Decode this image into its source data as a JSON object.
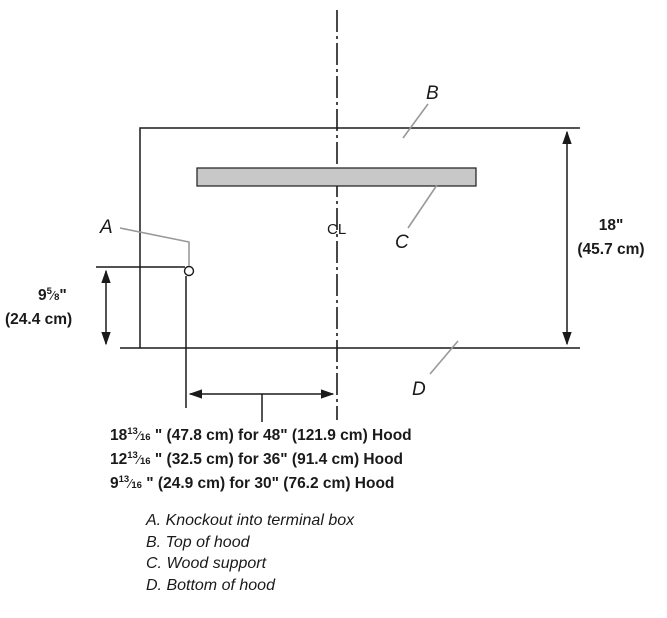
{
  "callouts": {
    "a": "A",
    "b": "B",
    "c": "C",
    "d": "D",
    "centerline": "CL"
  },
  "height_dim": {
    "value": "18\"",
    "metric": "(45.7 cm)"
  },
  "knockout_height": {
    "whole": "9",
    "num": "5",
    "den": "8",
    "unit": "\"",
    "metric": "(24.4 cm)"
  },
  "offsets": [
    {
      "whole": "18",
      "num": "13",
      "den": "16",
      "rest": " \" (47.8 cm) for 48\" (121.9 cm) Hood"
    },
    {
      "whole": "12",
      "num": "13",
      "den": "16",
      "rest": " \" (32.5 cm) for 36\" (91.4 cm) Hood"
    },
    {
      "whole": "9",
      "num": "13",
      "den": "16",
      "rest": " \" (24.9 cm) for 30\" (76.2 cm) Hood"
    }
  ],
  "legend": [
    "A. Knockout into terminal box",
    "B. Top of hood",
    "C. Wood support",
    "D. Bottom of hood"
  ],
  "colors": {
    "line": "#1a1a1a",
    "support_fill": "#c8c8c8",
    "leader": "#999999"
  }
}
